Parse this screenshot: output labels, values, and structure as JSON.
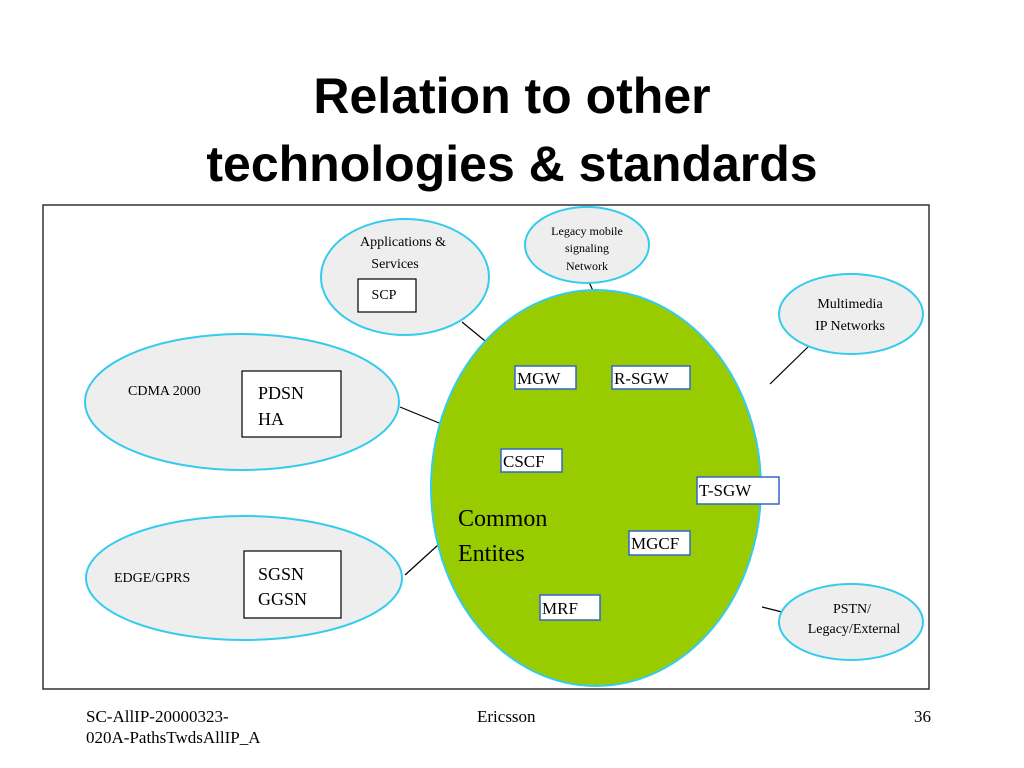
{
  "slide": {
    "title_line1": "Relation to other",
    "title_line2": "technologies & standards"
  },
  "diagram": {
    "nodes": {
      "apps": {
        "line1": "Applications &",
        "line2": "Services",
        "box": "SCP"
      },
      "legacy_mobile": {
        "line1": "Legacy mobile",
        "line2": "signaling",
        "line3": "Network"
      },
      "multimedia": {
        "line1": "Multimedia",
        "line2": "IP Networks"
      },
      "cdma": {
        "label": "CDMA 2000",
        "box_line1": "PDSN",
        "box_line2": "HA"
      },
      "edge": {
        "label": "EDGE/GPRS",
        "box_line1": "SGSN",
        "box_line2": "GGSN"
      },
      "pstn": {
        "line1": "PSTN/",
        "line2": "Legacy/External"
      },
      "common": {
        "line1": "Common",
        "line2": "Entites",
        "entities": {
          "mgw": "MGW",
          "rsgw": "R-SGW",
          "cscf": "CSCF",
          "tsgw": "T-SGW",
          "mgcf": "MGCF",
          "mrf": "MRF"
        }
      }
    },
    "colors": {
      "common_fill": "#99cc00",
      "ellipse_stroke": "#33ccee",
      "ellipse_fill": "#eeeeee",
      "entity_border": "#3366cc"
    }
  },
  "footer": {
    "left": "SC-AllIP-20000323-020A-PathsTwdsAllIP_A",
    "center": "Ericsson",
    "right": "36"
  }
}
